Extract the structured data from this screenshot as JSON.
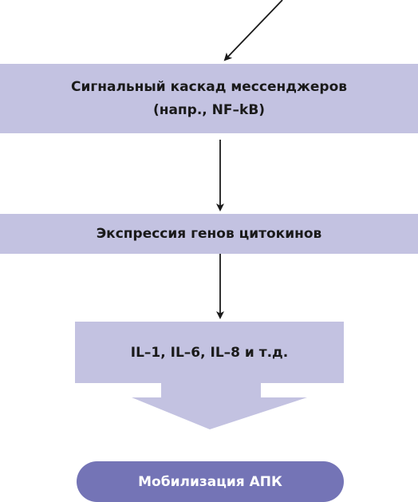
{
  "diagram": {
    "signal_cascade": {
      "line1": "Сигнальный каскад мессенджеров",
      "line2": "(напр., NF–kB)"
    },
    "gene_expression": "Экспрессия генов цитокинов",
    "interleukins": "IL–1, IL–6, IL–8 и т.д.",
    "apc_mobilization": "Мобилизация АПК"
  },
  "colors": {
    "box_fill": "#c3c2e1",
    "pill_fill": "#7474b6",
    "arrow": "#1a1a1a",
    "text_dark": "#1a1a1a",
    "text_light": "#ffffff"
  }
}
